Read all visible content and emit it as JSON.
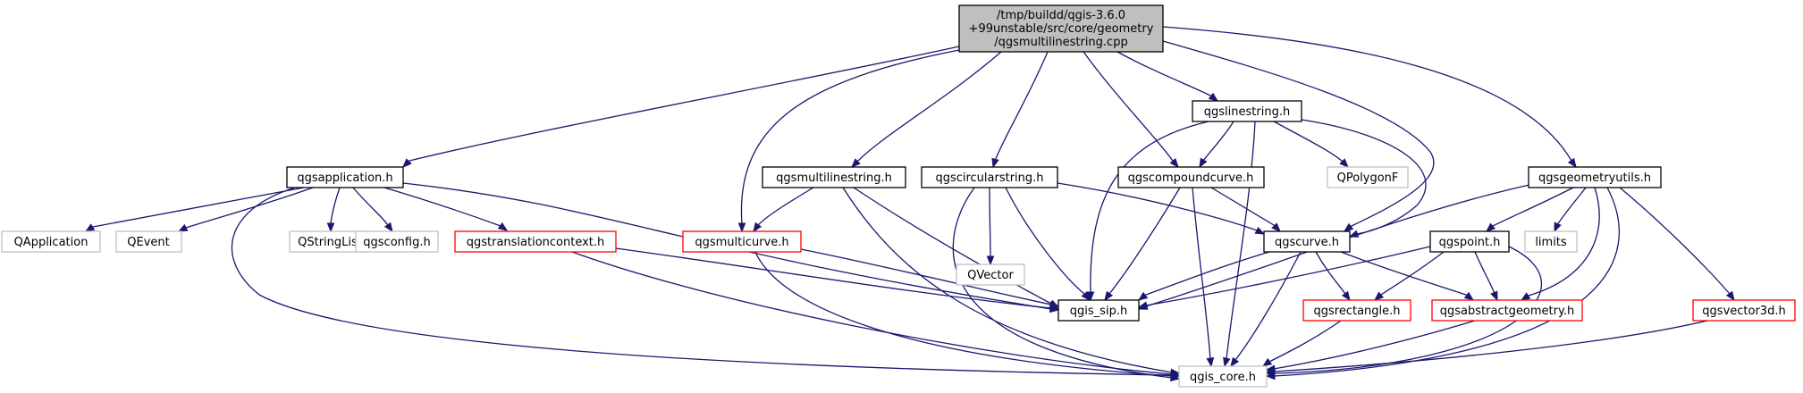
{
  "diagram": {
    "root": {
      "line1": "/tmp/buildd/qgis-3.6.0",
      "line2": "+99unstable/src/core/geometry",
      "line3": "/qgsmultilinestring.cpp"
    },
    "nodes": {
      "qgslinestring": "qgslinestring.h",
      "qgsapplication": "qgsapplication.h",
      "qgsmultilinestring": "qgsmultilinestring.h",
      "qgscircularstring": "qgscircularstring.h",
      "qgscompoundcurve": "qgscompoundcurve.h",
      "qpolygonf": "QPolygonF",
      "qgsgeometryutils": "qgsgeometryutils.h",
      "qapplication": "QApplication",
      "qevent": "QEvent",
      "qstringlist": "QStringList",
      "qgsconfig": "qgsconfig.h",
      "qgstranslationcontext": "qgstranslationcontext.h",
      "qgsmulticurve": "qgsmulticurve.h",
      "qvector": "QVector",
      "qgscurve": "qgscurve.h",
      "qgspoint": "qgspoint.h",
      "limits": "limits",
      "qgis_sip": "qgis_sip.h",
      "qgsrectangle": "qgsrectangle.h",
      "qgsabstractgeometry": "qgsabstractgeometry.h",
      "qgsvector3d": "qgsvector3d.h",
      "qgis_core": "qgis_core.h"
    },
    "colors": {
      "edge": "#191970",
      "root_fill": "#bfbfbf",
      "documented_border": "#000000",
      "incomplete_border": "#ff0000",
      "external_border": "#bfbfbf"
    }
  }
}
